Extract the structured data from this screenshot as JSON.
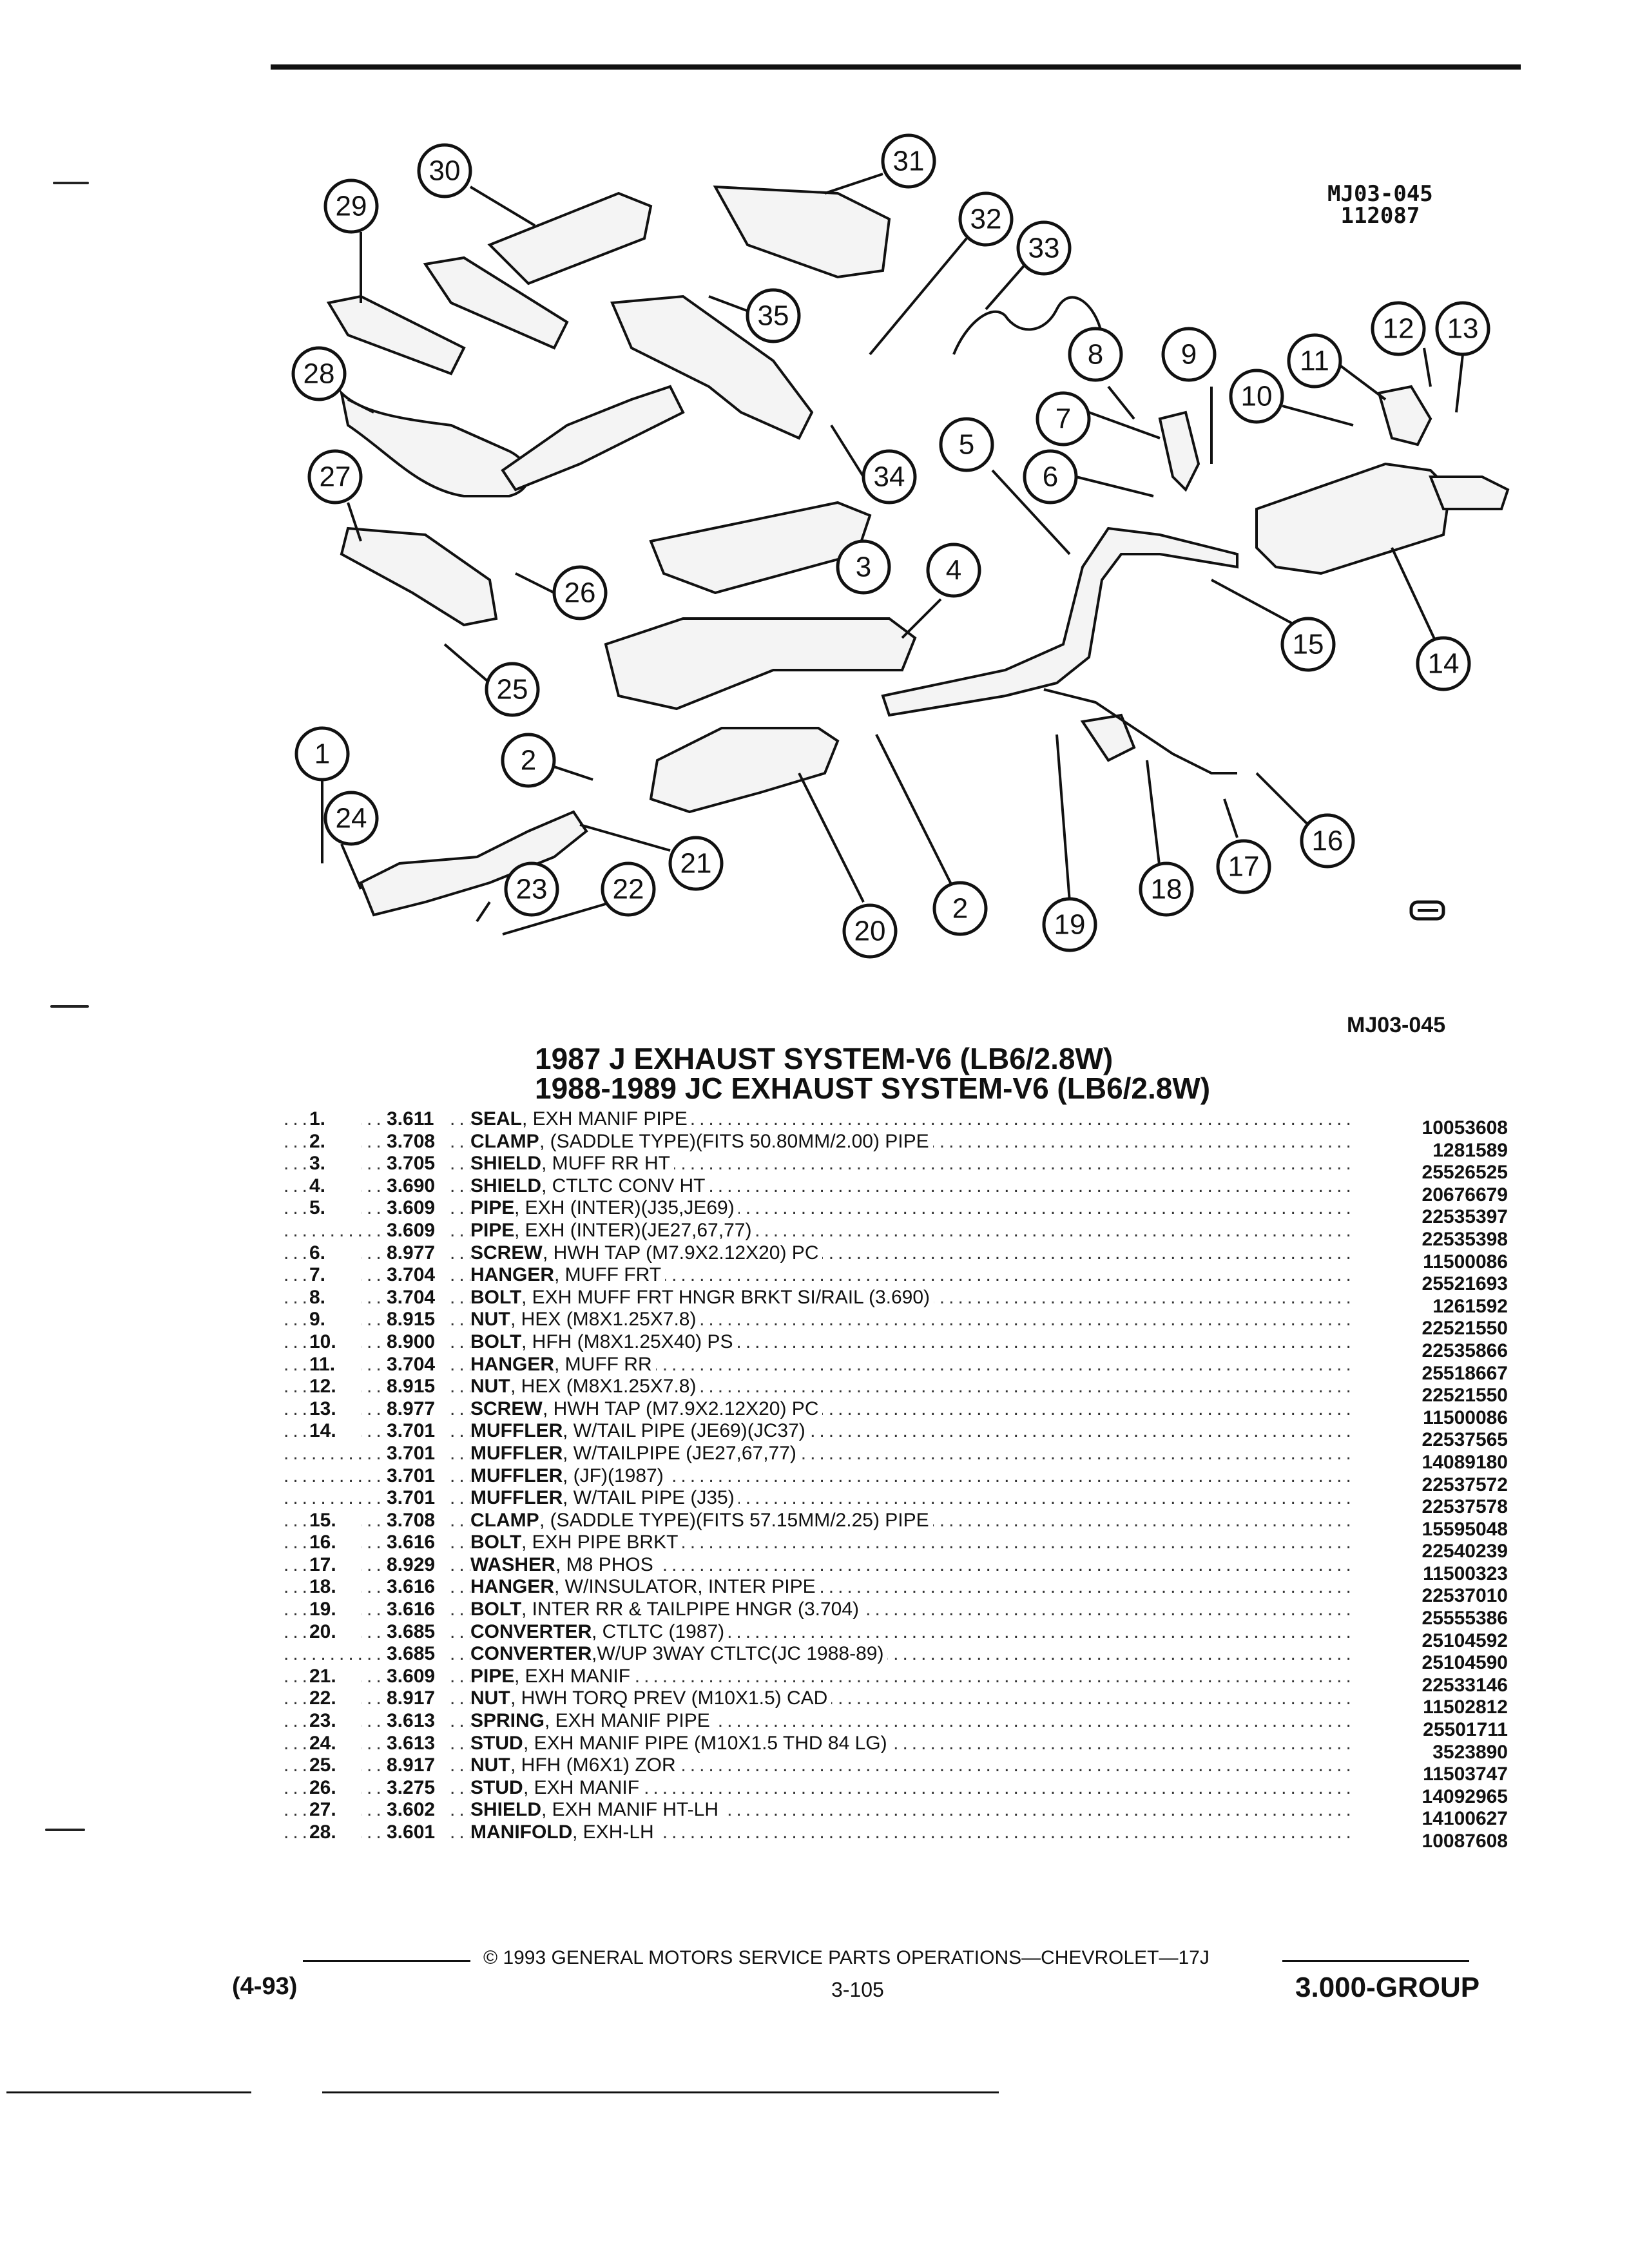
{
  "header": {
    "code_top": "MJ03-045",
    "code_sub": "112087",
    "code_bottom": "MJ03-045",
    "title_line1": "1987 J EXHAUST SYSTEM-V6 (LB6/2.8W)",
    "title_line2": "1988-1989 JC EXHAUST SYSTEM-V6 (LB6/2.8W)"
  },
  "parts": [
    {
      "num": "1.",
      "grp": "3.611",
      "name": "SEAL",
      "desc": " , EXH MANIF PIPE",
      "pn": "10053608"
    },
    {
      "num": "2.",
      "grp": "3.708",
      "name": "CLAMP",
      "desc": " , (SADDLE TYPE)(FITS 50.80MM/2.00) PIPE",
      "pn": "1281589"
    },
    {
      "num": "3.",
      "grp": "3.705",
      "name": "SHIELD",
      "desc": " , MUFF RR HT",
      "pn": "25526525"
    },
    {
      "num": "4.",
      "grp": "3.690",
      "name": "SHIELD",
      "desc": " , CTLTC CONV HT",
      "pn": "20676679"
    },
    {
      "num": "5.",
      "grp": "3.609",
      "name": "PIPE",
      "desc": " , EXH (INTER)(J35,JE69)",
      "pn": "22535397"
    },
    {
      "num": "",
      "grp": "3.609",
      "name": "PIPE",
      "desc": " , EXH (INTER)(JE27,67,77)",
      "pn": "22535398"
    },
    {
      "num": "6.",
      "grp": "8.977",
      "name": "SCREW",
      "desc": " , HWH TAP (M7.9X2.12X20) PC",
      "pn": "11500086"
    },
    {
      "num": "7.",
      "grp": "3.704",
      "name": "HANGER",
      "desc": " , MUFF FRT",
      "pn": "25521693"
    },
    {
      "num": "8.",
      "grp": "3.704",
      "name": "BOLT",
      "desc": " , EXH MUFF FRT HNGR BRKT SI/RAIL (3.690)",
      "pn": "1261592"
    },
    {
      "num": "9.",
      "grp": "8.915",
      "name": "NUT",
      "desc": " , HEX (M8X1.25X7.8)",
      "pn": "22521550"
    },
    {
      "num": "10.",
      "grp": "8.900",
      "name": "BOLT",
      "desc": " , HFH (M8X1.25X40) PS",
      "pn": "22535866"
    },
    {
      "num": "11.",
      "grp": "3.704",
      "name": "HANGER",
      "desc": " , MUFF RR",
      "pn": "25518667"
    },
    {
      "num": "12.",
      "grp": "8.915",
      "name": "NUT",
      "desc": " , HEX (M8X1.25X7.8)",
      "pn": "22521550"
    },
    {
      "num": "13.",
      "grp": "8.977",
      "name": "SCREW",
      "desc": " , HWH TAP (M7.9X2.12X20) PC",
      "pn": "11500086"
    },
    {
      "num": "14.",
      "grp": "3.701",
      "name": "MUFFLER",
      "desc": " , W/TAIL PIPE (JE69)(JC37)",
      "pn": "22537565"
    },
    {
      "num": "",
      "grp": "3.701",
      "name": "MUFFLER",
      "desc": " , W/TAILPIPE (JE27,67,77)",
      "pn": "14089180"
    },
    {
      "num": "",
      "grp": "3.701",
      "name": "MUFFLER",
      "desc": " , (JF)(1987)",
      "pn": "22537572"
    },
    {
      "num": "",
      "grp": "3.701",
      "name": "MUFFLER",
      "desc": " , W/TAIL PIPE (J35)",
      "pn": "22537578"
    },
    {
      "num": "15.",
      "grp": "3.708",
      "name": "CLAMP",
      "desc": " , (SADDLE TYPE)(FITS 57.15MM/2.25) PIPE",
      "pn": "15595048"
    },
    {
      "num": "16.",
      "grp": "3.616",
      "name": "BOLT",
      "desc": " , EXH PIPE BRKT",
      "pn": "22540239"
    },
    {
      "num": "17.",
      "grp": "8.929",
      "name": "WASHER",
      "desc": " , M8 PHOS",
      "pn": "11500323"
    },
    {
      "num": "18.",
      "grp": "3.616",
      "name": "HANGER",
      "desc": " , W/INSULATOR, INTER PIPE",
      "pn": "22537010"
    },
    {
      "num": "19.",
      "grp": "3.616",
      "name": "BOLT",
      "desc": " , INTER RR & TAILPIPE HNGR (3.704)",
      "pn": "25555386"
    },
    {
      "num": "20.",
      "grp": "3.685",
      "name": "CONVERTER",
      "desc": " , CTLTC (1987)",
      "pn": "25104592"
    },
    {
      "num": "",
      "grp": "3.685",
      "name": "CONVERTER",
      "desc": " ,W/UP 3WAY CTLTC(JC 1988-89)",
      "pn": "25104590"
    },
    {
      "num": "21.",
      "grp": "3.609",
      "name": "PIPE",
      "desc": " , EXH MANIF",
      "pn": "22533146"
    },
    {
      "num": "22.",
      "grp": "8.917",
      "name": "NUT",
      "desc": " , HWH TORQ PREV (M10X1.5) CAD",
      "pn": "11502812"
    },
    {
      "num": "23.",
      "grp": "3.613",
      "name": "SPRING",
      "desc": " , EXH MANIF PIPE",
      "pn": "25501711"
    },
    {
      "num": "24.",
      "grp": "3.613",
      "name": "STUD",
      "desc": " , EXH MANIF PIPE (M10X1.5 THD 84 LG)",
      "pn": "3523890"
    },
    {
      "num": "25.",
      "grp": "8.917",
      "name": "NUT",
      "desc": " , HFH (M6X1) ZOR",
      "pn": "11503747"
    },
    {
      "num": "26.",
      "grp": "3.275",
      "name": "STUD",
      "desc": " , EXH MANIF",
      "pn": "14092965"
    },
    {
      "num": "27.",
      "grp": "3.602",
      "name": "SHIELD",
      "desc": " , EXH MANIF HT-LH",
      "pn": "14100627"
    },
    {
      "num": "28.",
      "grp": "3.601",
      "name": "MANIFOLD",
      "desc": " , EXH-LH",
      "pn": "10087608"
    }
  ],
  "callouts": [
    "1",
    "2",
    "2",
    "2",
    "3",
    "4",
    "5",
    "6",
    "7",
    "8",
    "9",
    "10",
    "11",
    "12",
    "13",
    "14",
    "15",
    "16",
    "17",
    "18",
    "19",
    "20",
    "21",
    "22",
    "23",
    "24",
    "25",
    "26",
    "27",
    "28",
    "29",
    "30",
    "31",
    "32",
    "33",
    "34",
    "35"
  ],
  "footer": {
    "copyright": "© 1993 GENERAL MOTORS SERVICE PARTS OPERATIONS—CHEVROLET—17J",
    "date": "(4-93)",
    "page": "3-105",
    "group": "3.000-GROUP"
  }
}
